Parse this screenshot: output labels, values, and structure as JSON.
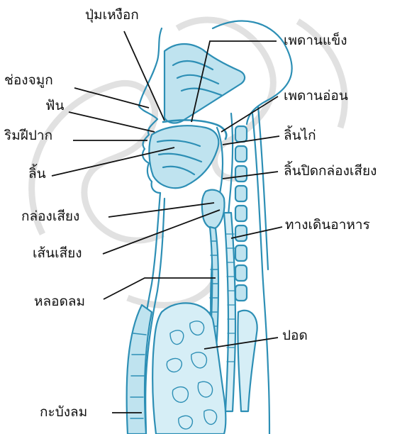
{
  "diagram": {
    "labels": {
      "gum_ridge": "ปุ่มเหงือก",
      "hard_palate": "เพดานแข็ง",
      "nasal_cavity": "ช่องจมูก",
      "teeth": "ฟัน",
      "soft_palate": "เพดานอ่อน",
      "lips": "ริมฝีปาก",
      "uvula": "ลิ้นไก่",
      "tongue": "ลิ้น",
      "epiglottis": "ลิ้นปิดกล่องเสียง",
      "larynx": "กล่องเสียง",
      "esophagus": "ทางเดินอาหาร",
      "vocal_cords": "เส้นเสียง",
      "trachea": "หลอดลม",
      "lung": "ปอด",
      "diaphragm": "กะบังลม"
    },
    "colors": {
      "anatomy_stroke": "#2d8fb5",
      "anatomy_fill": "#bfe3ef",
      "leader_line": "#111111",
      "watermark": "#bdbdbd"
    }
  }
}
